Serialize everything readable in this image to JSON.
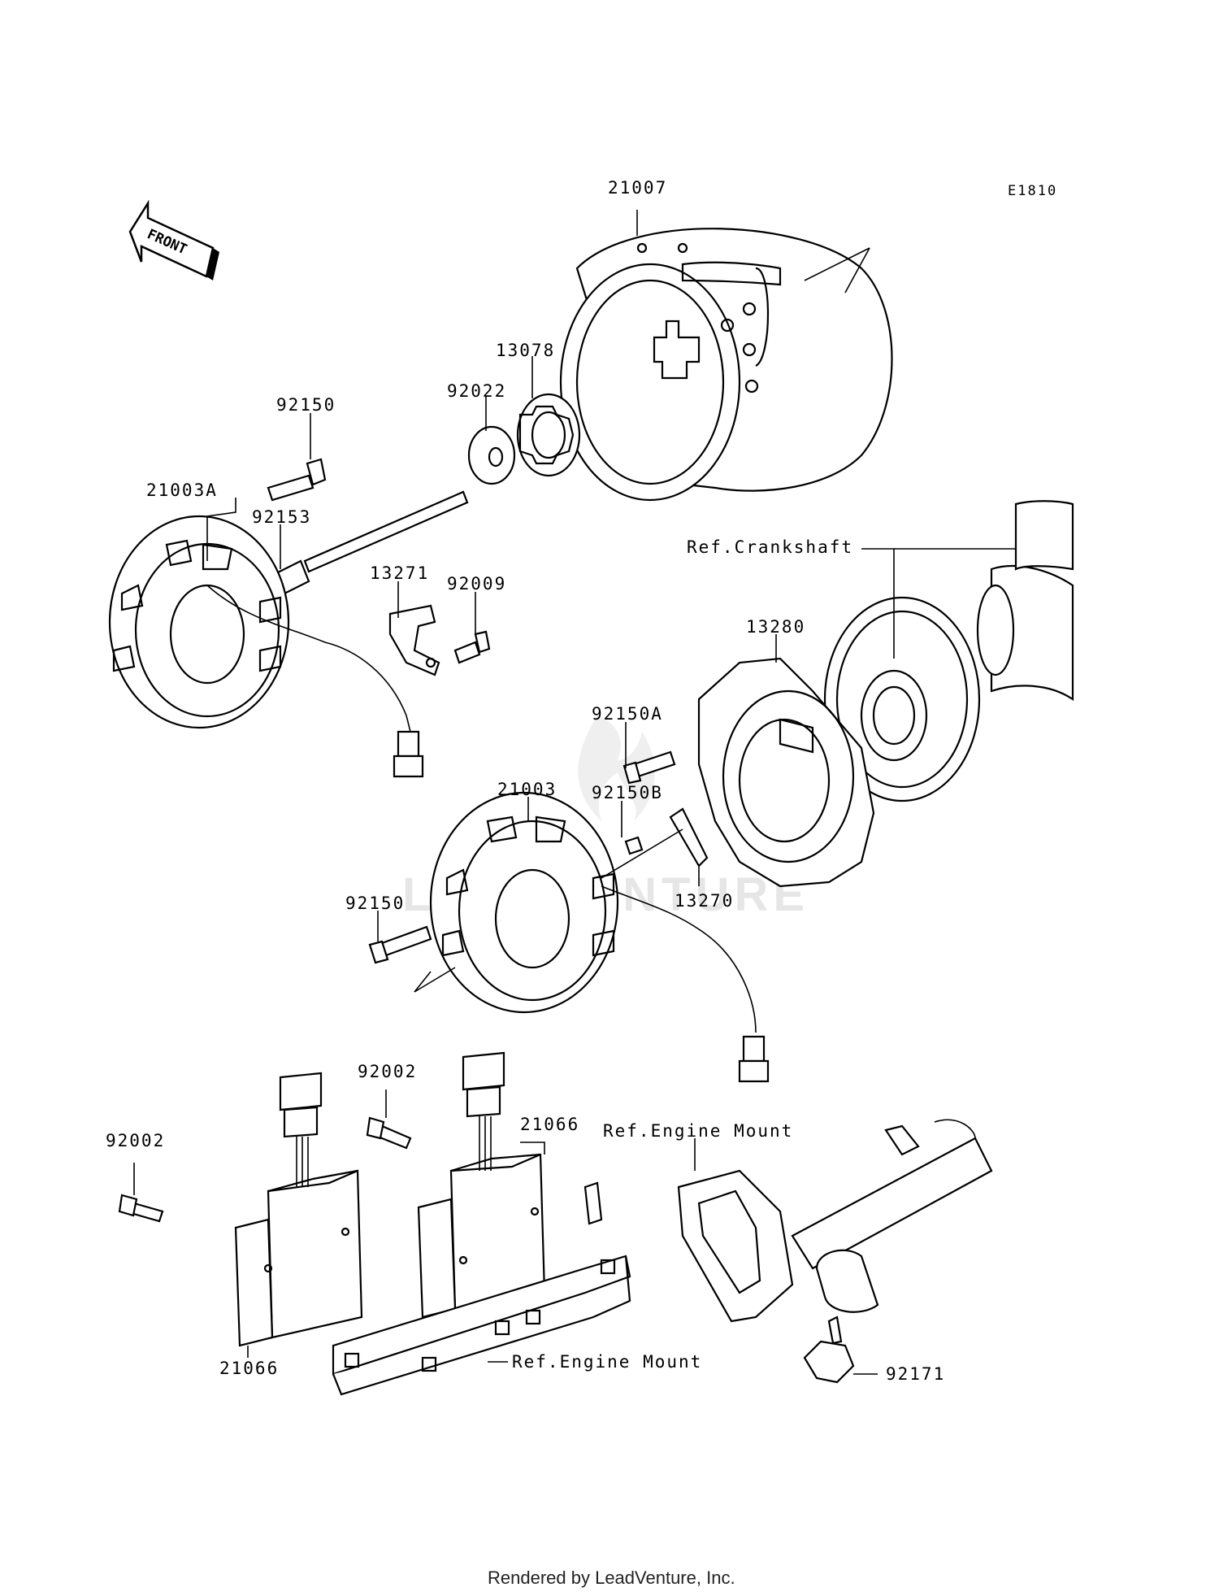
{
  "diagram_code": "E1810",
  "front_arrow_label": "FRONT",
  "watermark": "LEADVENTURE",
  "footer": "Rendered by LeadVenture, Inc.",
  "labels": {
    "p21007": "21007",
    "p13078": "13078",
    "p92022": "92022",
    "p92150_top": "92150",
    "p21003A": "21003A",
    "p92153": "92153",
    "p13271": "13271",
    "p92009": "92009",
    "ref_crankshaft": "Ref.Crankshaft",
    "p13280": "13280",
    "p92150A": "92150A",
    "p21003": "21003",
    "p92150B": "92150B",
    "p92150_mid": "92150",
    "p13270": "13270",
    "p92002_mid": "92002",
    "p21066_top": "21066",
    "p92002_left": "92002",
    "ref_engine_mount_top": "Ref.Engine Mount",
    "p21066_bottom": "21066",
    "ref_engine_mount_bottom": "Ref.Engine Mount",
    "p92171": "92171"
  }
}
